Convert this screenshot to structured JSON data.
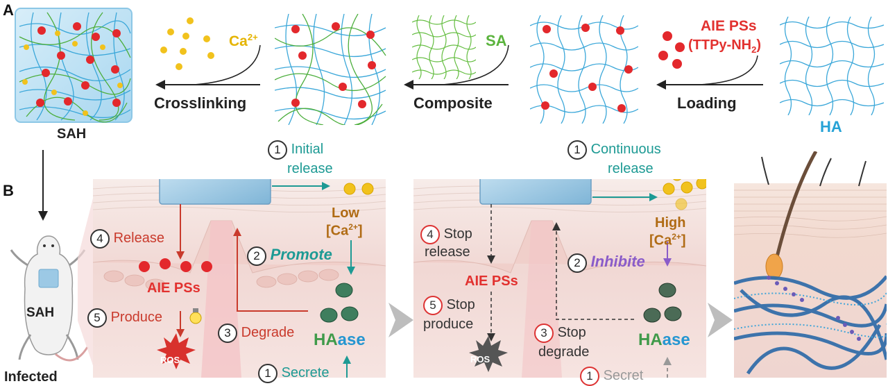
{
  "panel_a": {
    "letter": "A",
    "sah_label": "SAH",
    "ca_label": "Ca",
    "ca_sup": "2+",
    "crosslinking": "Crosslinking",
    "sa_label": "SA",
    "composite": "Composite",
    "aie_label_1": "AIE PSs",
    "aie_label_2": "(TTPy-NH",
    "aie_sub": "2",
    "aie_label_3": ")",
    "loading": "Loading",
    "ha_label": "HA"
  },
  "panel_b": {
    "letter": "B",
    "mouse_label": "SAH",
    "infected_partial": "Infected",
    "left": {
      "step1_num": "1",
      "step1_line1": "Initial",
      "step1_line2": "release",
      "low": "Low",
      "ca_open": "[Ca",
      "ca_sup": "2+",
      "ca_close": "]",
      "step4_num": "4",
      "step4": "Release",
      "step2_num": "2",
      "step2": "Promote",
      "aie": "AIE PSs",
      "step5_num": "5",
      "step5": "Produce",
      "step3_num": "3",
      "step3": "Degrade",
      "ha_part": "HA",
      "ase_part": "ase",
      "ros": "ROS",
      "secrete_num": "1",
      "secrete": "Secrete"
    },
    "right": {
      "step1_num": "1",
      "step1_line1": "Continuous",
      "step1_line2": "release",
      "high": "High",
      "ca_open": "[Ca",
      "ca_sup": "2+",
      "ca_close": "]",
      "step4_num": "4",
      "step4_line1": "Stop",
      "step4_line2": "release",
      "step2_num": "2",
      "step2": "Inhibite",
      "aie": "AIE PSs",
      "step5_num": "5",
      "step5_line1": "Stop",
      "step5_line2": "produce",
      "step3_num": "3",
      "step3_line1": "Stop",
      "step3_line2": "degrade",
      "ha_part": "HA",
      "ase_part": "ase",
      "ros": "ROS",
      "secrete_num": "1",
      "secrete_partial": "Secret"
    }
  },
  "colors": {
    "red": "#e2312f",
    "green": "#5ab33c",
    "blue": "#26a2d6",
    "gold": "#e5b400",
    "teal": "#1d9a94",
    "purple": "#8a5cc9",
    "brown": "#b06b14"
  }
}
